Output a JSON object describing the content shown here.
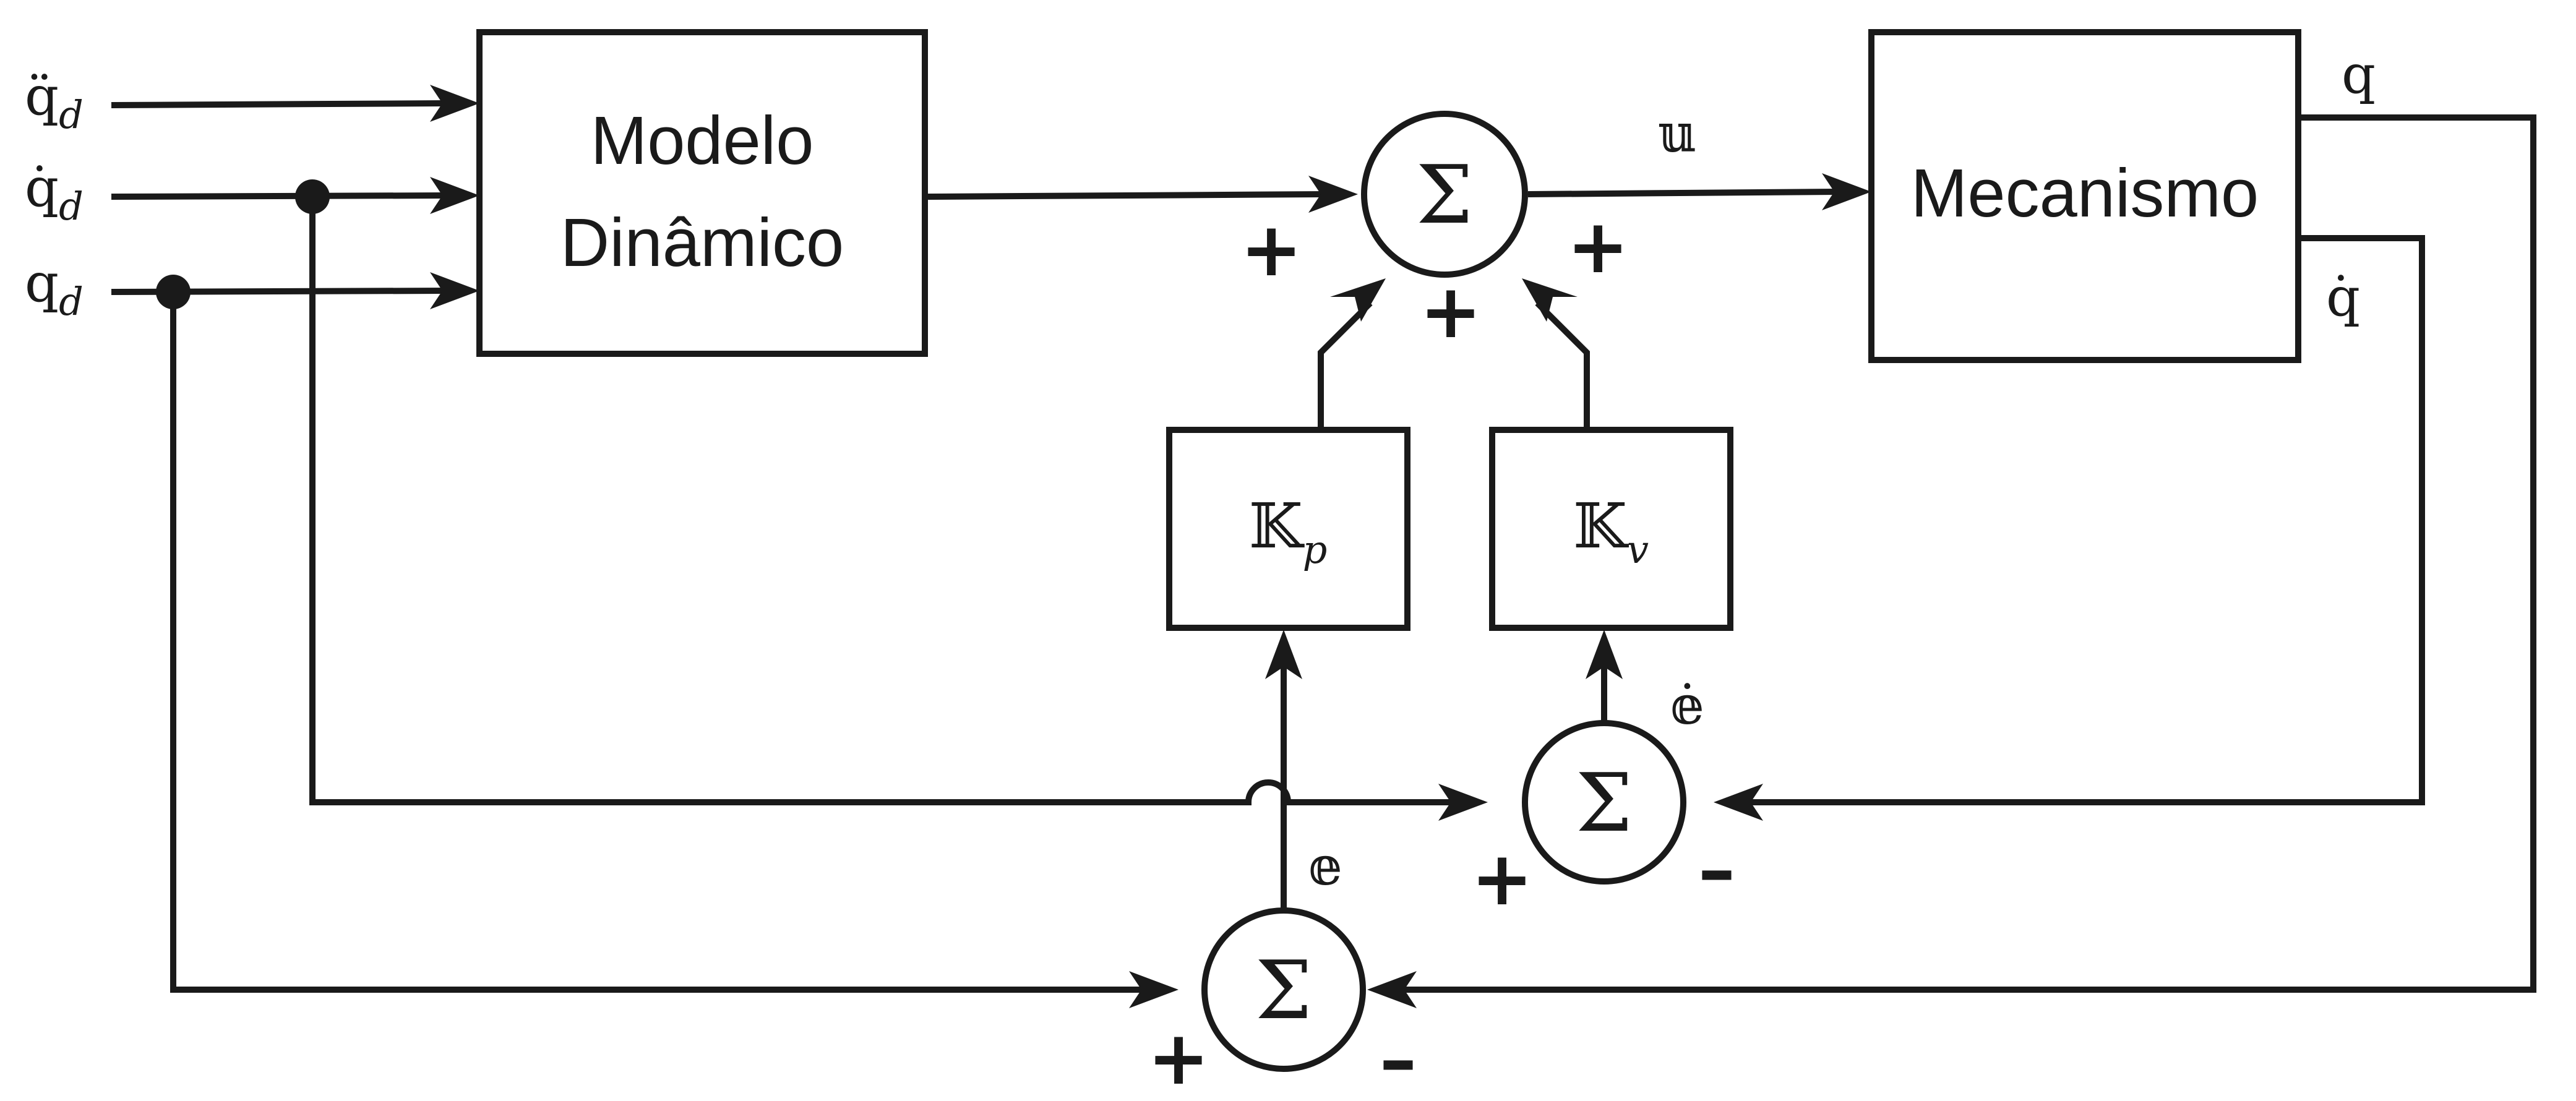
{
  "blocks": {
    "dynamic_model": {
      "line1": "Modelo",
      "line2": "Dinâmico"
    },
    "mechanism": {
      "label": "Mecanismo"
    },
    "kp": {
      "base": "𝕂",
      "sub": "p"
    },
    "kv": {
      "base": "𝕂",
      "sub": "v"
    }
  },
  "inputs": {
    "qdd": {
      "base": "q̈",
      "sub": "d"
    },
    "qd_dot": {
      "base": "q̇",
      "sub": "d"
    },
    "qd": {
      "base": "q",
      "sub": "d"
    }
  },
  "signals": {
    "u": "𝕦",
    "q": "q",
    "q_dot": "q̇",
    "e": "𝕖",
    "e_dot": "𝕖̇"
  },
  "summing": {
    "symbol": "Σ",
    "main": {
      "left": "+",
      "right": "+",
      "bottom": "+"
    },
    "velocity_error": {
      "plus": "+",
      "minus": "–"
    },
    "position_error": {
      "plus": "+",
      "minus": "–"
    }
  }
}
